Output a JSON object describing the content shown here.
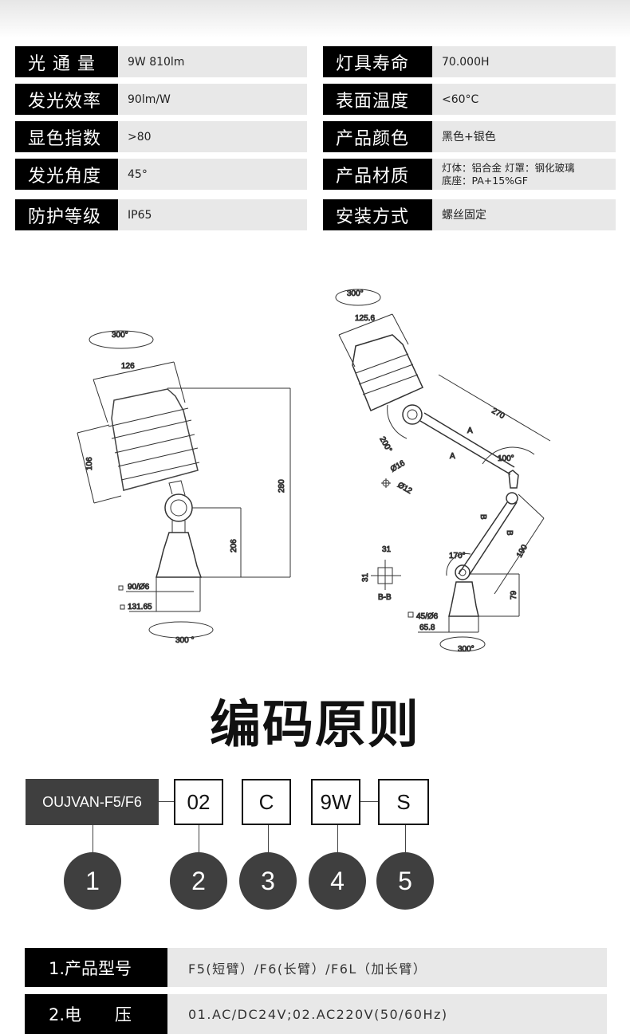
{
  "specs_left": [
    {
      "label": "光 通 量",
      "value": "9W 810lm"
    },
    {
      "label": "发光效率",
      "value": "90lm/W"
    },
    {
      "label": "显色指数",
      "value": ">80"
    },
    {
      "label": "发光角度",
      "value": "45°"
    },
    {
      "label": "防护等级",
      "value": "IP65"
    }
  ],
  "specs_right": [
    {
      "label": "灯具寿命",
      "value": "70.000H"
    },
    {
      "label": "表面温度",
      "value": "<60°C"
    },
    {
      "label": "产品颜色",
      "value": "黑色+银色"
    },
    {
      "label": "产品材质",
      "value": "灯体：铝合金 灯罩：钢化玻璃\n底座：PA+15%GF"
    },
    {
      "label": "安装方式",
      "value": "螺丝固定"
    }
  ],
  "drawing_left": {
    "rot_top": "300°",
    "width": "126",
    "depth": "106",
    "height_total": "280",
    "height_pivot": "206",
    "base_inner": "90/Ø6",
    "base_outer": "131.65",
    "rot_bottom": "300 °"
  },
  "drawing_right": {
    "rot_top": "300°",
    "width": "125.6",
    "arm_upper": "270",
    "angle_head": "200°",
    "angle_elbow": "100°",
    "section_a": "A",
    "section_b": "B",
    "dia_outer": "Ø16",
    "dia_inner": "Ø12",
    "bb_w": "31",
    "bb_h": "31",
    "bb_label": "B-B",
    "arm_lower": "190",
    "angle_base": "170°",
    "base_height": "79",
    "base_inner": "45/Ø6",
    "base_outer": "65.8",
    "rot_bottom": "300°"
  },
  "coding": {
    "title": "编码原则",
    "codes": [
      "OUJVAN-F5/F6",
      "02",
      "C",
      "9W",
      "S"
    ],
    "numbers": [
      "1",
      "2",
      "3",
      "4",
      "5"
    ]
  },
  "rules": [
    {
      "label": "1.产品型号",
      "value": "F5(短臂）/F6(长臂）/F6L（加长臂）"
    },
    {
      "label": "2.电　　压",
      "value": "01.AC/DC24V;02.AC220V(50/60Hz)"
    }
  ]
}
